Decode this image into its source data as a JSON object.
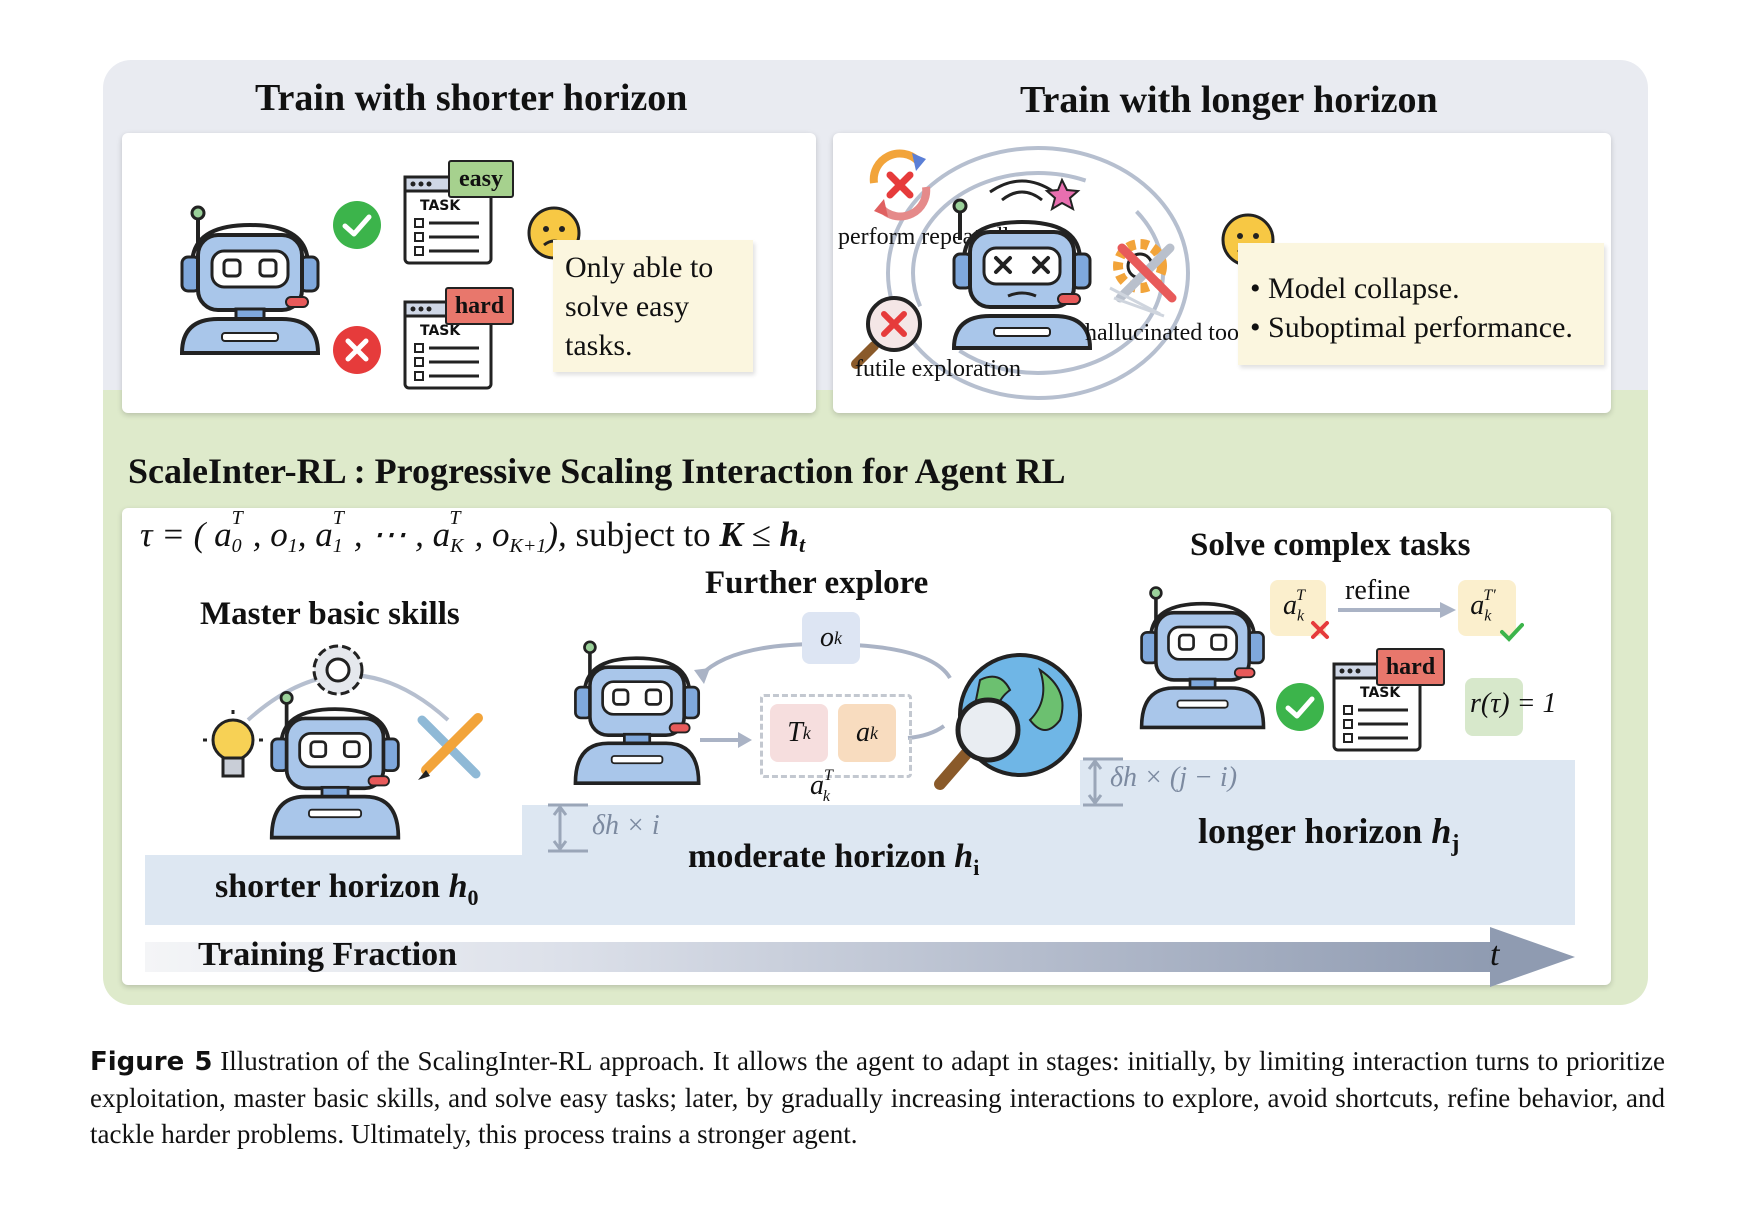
{
  "top": {
    "left_title": "Train with shorter horizon",
    "right_title": "Train with longer horizon",
    "left": {
      "easy_label": "easy",
      "hard_label": "hard",
      "task_label": "TASK",
      "note": "Only able to solve easy tasks."
    },
    "right": {
      "perform_repeatedly": "perform repeatedly",
      "futile_exploration": "futile exploration",
      "hallucinated_tools": "hallucinated tools",
      "bullet_1": "Model collapse.",
      "bullet_2": "Suboptimal performance."
    }
  },
  "main": {
    "title": "ScaleInter-RL : Progressive Scaling Interaction for Agent RL",
    "formula": "τ = ( a₀ᵀ, o₁, a₁ᵀ, ⋯ , a_Kᵀ, o_{K+1} ), subject to K ≤ hₜ",
    "formula_subject": "subject to",
    "stage1": {
      "title": "Master basic skills",
      "horizon": "shorter horizon",
      "horizon_var": "h",
      "horizon_sub": "0"
    },
    "stage2": {
      "title": "Further explore",
      "horizon": "moderate horizon",
      "horizon_var": "h",
      "horizon_sub": "i",
      "obs": "o",
      "obs_sub": "k",
      "think": "T",
      "think_sub": "k",
      "act": "a",
      "act_sub": "k",
      "group_label": "a",
      "group_sup": "T",
      "group_sub": "k",
      "delta": "δh × i"
    },
    "stage3": {
      "title": "Solve complex tasks",
      "horizon": "longer horizon",
      "horizon_var": "h",
      "horizon_sub": "j",
      "refine": "refine",
      "hard_label": "hard",
      "task_label": "TASK",
      "reward": "r(τ) = 1",
      "delta": "δh × (j − i)"
    },
    "axis_label": "Training Fraction",
    "axis_var": "t"
  },
  "caption": {
    "label": "Figure 5",
    "text": "Illustration of the ScalingInter-RL approach. It allows the agent to adapt in stages: initially, by limiting interaction turns to prioritize exploitation, master basic skills, and solve easy tasks; later, by gradually increasing interactions to explore, avoid shortcuts, refine behavior, and tackle harder problems. Ultimately, this process trains a stronger agent."
  },
  "colors": {
    "top_panel": "#e9ebf1",
    "green_panel": "#deeacb",
    "note_bg": "#fbf6df",
    "band": "#dde7f2",
    "check_green": "#3cb44b",
    "cross_red": "#e63b3b",
    "robot_blue": "#a9c6ea"
  }
}
